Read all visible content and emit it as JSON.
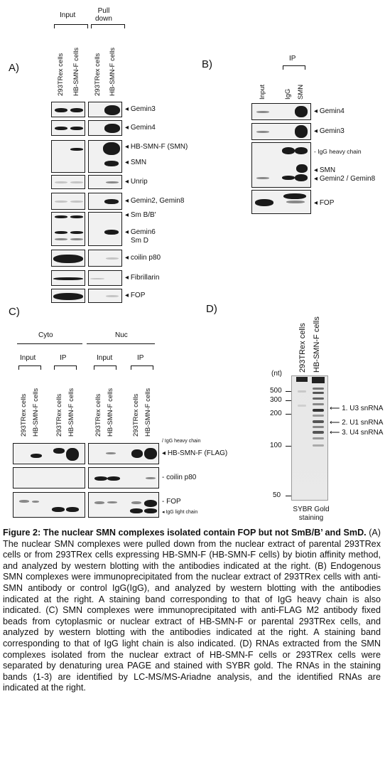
{
  "panel_a": {
    "label": "A)",
    "group_input": "Input",
    "group_pulldown": "Pull\ndown",
    "lanes": [
      "293TRex cells",
      "HB-SMN-F cells",
      "293TRex cells",
      "HB-SMN-F cells"
    ],
    "bands": [
      "Gemin3",
      "Gemin4",
      "HB-SMN-F (SMN)",
      "SMN",
      "Unrip",
      "Gemin2, Gemin8",
      "Sm B/B'",
      "Gemin6",
      "Sm D",
      "coilin p80",
      "Fibrillarin",
      "FOP"
    ]
  },
  "panel_b": {
    "label": "B)",
    "group_ip": "IP",
    "lanes": [
      "Input",
      "IgG",
      "SMN"
    ],
    "bands": [
      "Gemin4",
      "Gemin3",
      "IgG heavy chain",
      "SMN",
      "Gemin2 / Gemin8",
      "FOP"
    ]
  },
  "panel_c": {
    "label": "C)",
    "group_cyto": "Cyto",
    "group_nuc": "Nuc",
    "sub_input": "Input",
    "sub_ip": "IP",
    "lanes": [
      "293TRex cells",
      "HB-SMN-F cells"
    ],
    "bands": [
      "IgG heavy chain",
      "HB-SMN-F (FLAG)",
      "coilin p80",
      "FOP",
      "IgG light chain"
    ]
  },
  "panel_d": {
    "label": "D)",
    "lanes": [
      "293TRex cells",
      "HB-SMN-F cells"
    ],
    "unit": "(nt)",
    "markers": [
      "500",
      "300",
      "200",
      "100",
      "50"
    ],
    "rnas": [
      "1. U3 snRNA",
      "2. U1 snRNA",
      "3. U4 snRNA"
    ],
    "stain": "SYBR Gold\nstaining"
  },
  "caption": {
    "title": "Figure 2: The nuclear SMN complexes isolated contain FOP but not SmB/B’ and SmD.",
    "body": " (A) The nuclear SMN complexes were pulled down from the nuclear extract of parental 293TRex cells or from 293TRex cells expressing HB-SMN-F (HB-SMN-F cells) by biotin affinity method, and analyzed by western blotting with the antibodies indicated at the right. (B) Endogenous SMN complexes were immunoprecipitated from the nuclear extract of 293TRex cells with anti-SMN antibody or control IgG(IgG), and analyzed by western blotting with the antibodies indicated at the right. A staining band corresponding to that of IgG heavy chain is also indicated. (C) SMN complexes were immunoprecipitated with anti-FLAG M2 antibody fixed beads from cytoplasmic or nuclear extract of HB-SMN-F or parental 293TRex cells, and analyzed by western blotting with the antibodies indicated at the right. A staining band corresponding to that of IgG light chain is also indicated. (D) RNAs extracted from the SMN complexes isolated from the nuclear extract of HB-SMN-F cells or 293TRex cells were separated by denaturing urea PAGE and stained with SYBR gold. The RNAs in the staining bands (1-3) are identified by LC-MS/MS-Ariadne analysis, and the identified RNAs are indicated at the right."
  }
}
